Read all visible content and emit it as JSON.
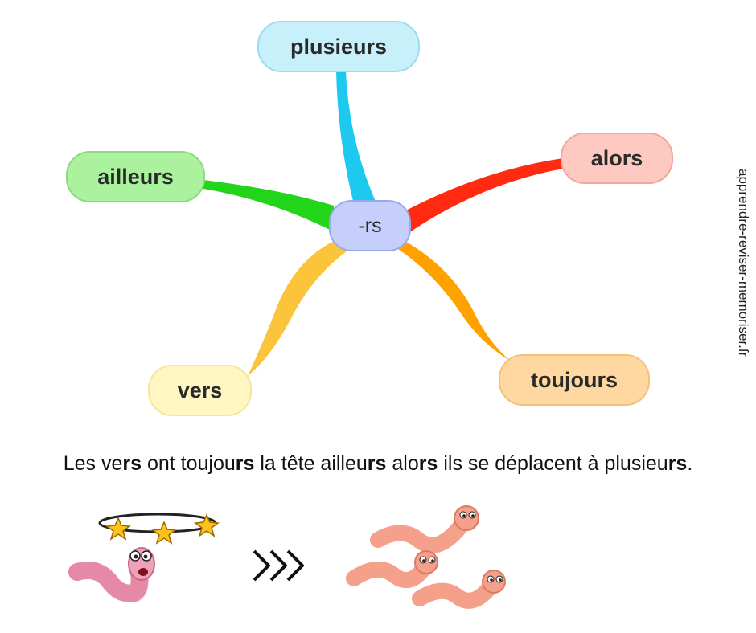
{
  "mindmap": {
    "center": "-rs",
    "nodes": {
      "plusieurs": "plusieurs",
      "ailleurs": "ailleurs",
      "alors": "alors",
      "vers": "vers",
      "toujours": "toujours"
    },
    "colors": {
      "plusieurs": "#1ec9ef",
      "ailleurs": "#22d51a",
      "alors": "#ff2a10",
      "vers": "#fcc43a",
      "toujours": "#ffa200"
    }
  },
  "watermark": "apprendre-reviser-memoriser.fr",
  "sentence": {
    "p1": "Les ve",
    "b1": "rs",
    "p2": " ont toujou",
    "b2": "rs",
    "p3": " la tête ailleu",
    "b3": "rs",
    "p4": " alo",
    "b4": "rs",
    "p5": " ils se déplacent à plusieu",
    "b5": "rs",
    "p6": "."
  },
  "illustration": {
    "left": "dizzy-worm-icon",
    "arrows": "triple-chevron-icon",
    "right": "worm-group-icon"
  }
}
